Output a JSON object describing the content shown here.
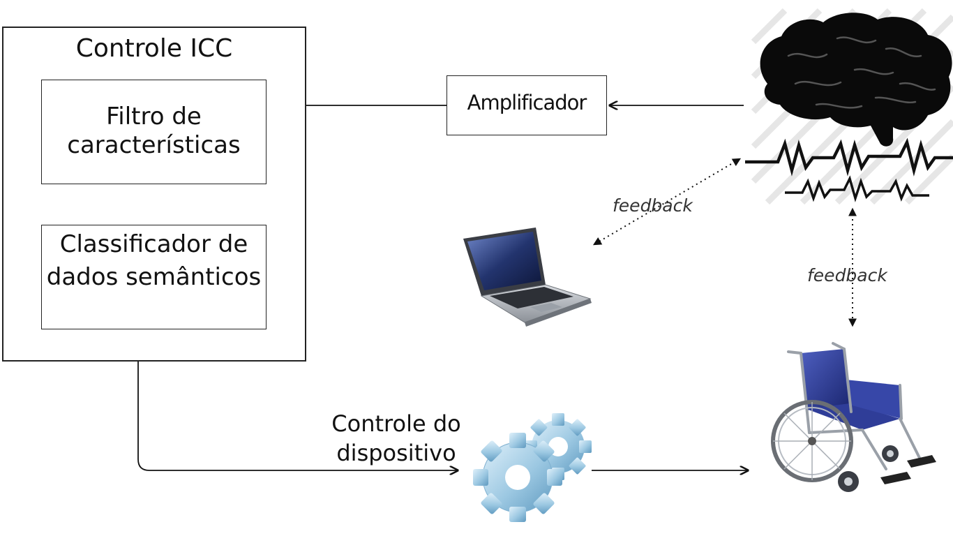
{
  "icc": {
    "title": "Controle ICC",
    "filter_label": "Filtro de características",
    "classifier_label": "Classificador de dados semânticos"
  },
  "amplifier": {
    "label": "Amplificador"
  },
  "device_control": {
    "label": "Controle do dispositivo"
  },
  "feedback": {
    "computer_label": "feedback",
    "wheelchair_label": "feedback"
  },
  "icons": {
    "brain": "brain-icon",
    "eeg_signal": "eeg-wave-icon",
    "laptop": "laptop-icon",
    "gears": "gears-icon",
    "wheelchair": "wheelchair-icon"
  },
  "colors": {
    "line": "#111111",
    "gear": "#a9cfe6",
    "laptop_screen": "#2c3e7a",
    "wheelchair_seat": "#2a3a8c"
  }
}
